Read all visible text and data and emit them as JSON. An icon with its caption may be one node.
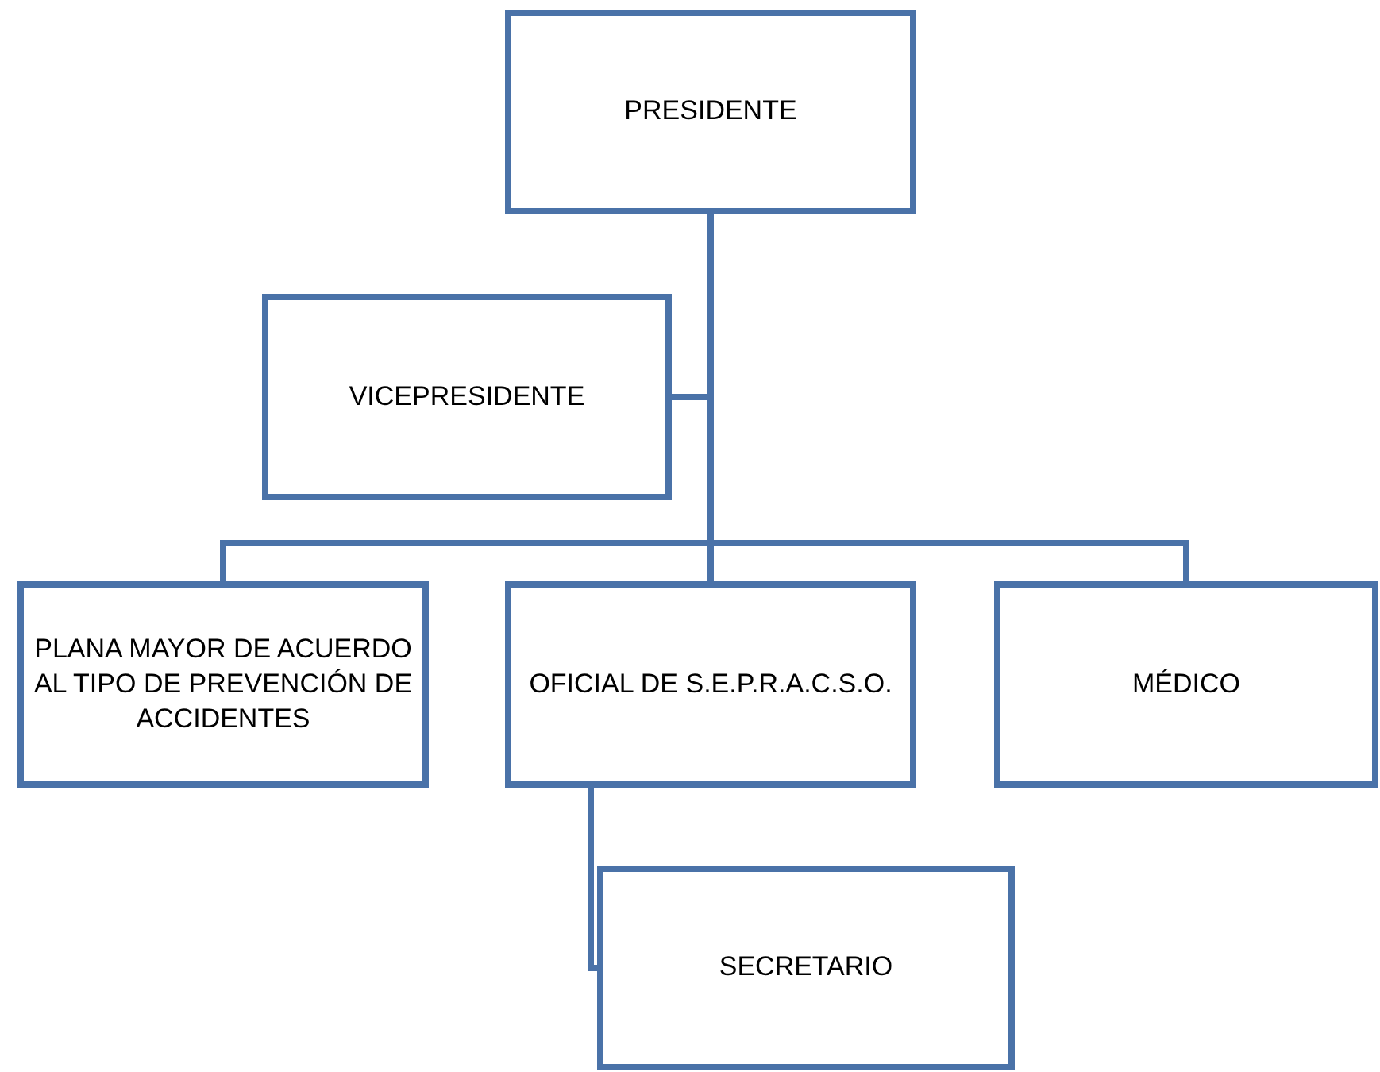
{
  "diagram": {
    "nodes": [
      {
        "text": [
          "PRESIDENTE"
        ]
      },
      {
        "text": [
          "VICEPRESIDENTE"
        ]
      },
      {
        "text": [
          "PLANA MAYOR DE ACUERDO AL TIPO DE PREVENCIÓN DE ACCIDENTES"
        ]
      },
      {
        "text": [
          "OFICIAL DE S.E.P.R.A.C.S.O."
        ]
      },
      {
        "text": [
          "MÉDICO"
        ]
      },
      {
        "text": [
          "SECRETARIO"
        ]
      }
    ],
    "edges": [
      {
        "from": 0,
        "to": 1,
        "arrow": "none"
      },
      {
        "from": 0,
        "to": 2,
        "arrow": "none"
      },
      {
        "from": 0,
        "to": 3,
        "arrow": "none"
      },
      {
        "from": 0,
        "to": 4,
        "arrow": "none"
      },
      {
        "from": 3,
        "to": 5,
        "arrow": "none"
      }
    ]
  }
}
